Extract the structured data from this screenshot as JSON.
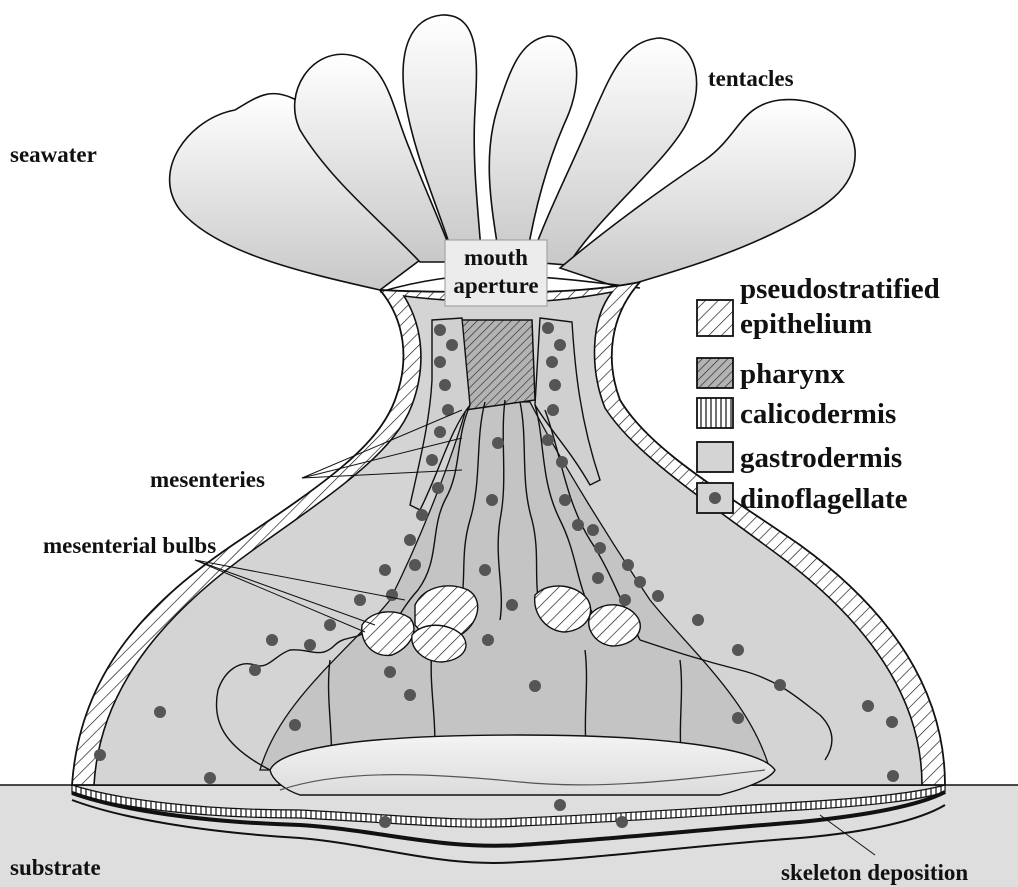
{
  "labels": {
    "seawater": "seawater",
    "tentacles": "tentacles",
    "mouth_line1": "mouth",
    "mouth_line2": "aperture",
    "mesenteries": "mesenteries",
    "mesenterial_bulbs": "mesenterial bulbs",
    "substrate": "substrate",
    "skeleton_deposition": "skeleton deposition"
  },
  "legend": [
    {
      "label_lines": [
        "pseudostratified",
        "epithelium"
      ],
      "pattern": "sparse-diagonal-hatch"
    },
    {
      "label_lines": [
        "pharynx"
      ],
      "pattern": "dense-diagonal-hatch-gray"
    },
    {
      "label_lines": [
        "calicodermis"
      ],
      "pattern": "vertical-hatch"
    },
    {
      "label_lines": [
        "gastrodermis"
      ],
      "pattern": "solid-gray"
    },
    {
      "label_lines": [
        "dinoflagellate"
      ],
      "pattern": "gray-with-dot"
    }
  ],
  "colors": {
    "ink": "#111111",
    "gastrodermis": "#d4d4d4",
    "lumen": "#c4c4c4",
    "dinoflagellate": "#555555",
    "substrate": "#dedede",
    "tentacle_light": "#ffffff",
    "tentacle_dark": "#c8c8c8",
    "coelenteron_bottom": "#f2f2f2"
  }
}
